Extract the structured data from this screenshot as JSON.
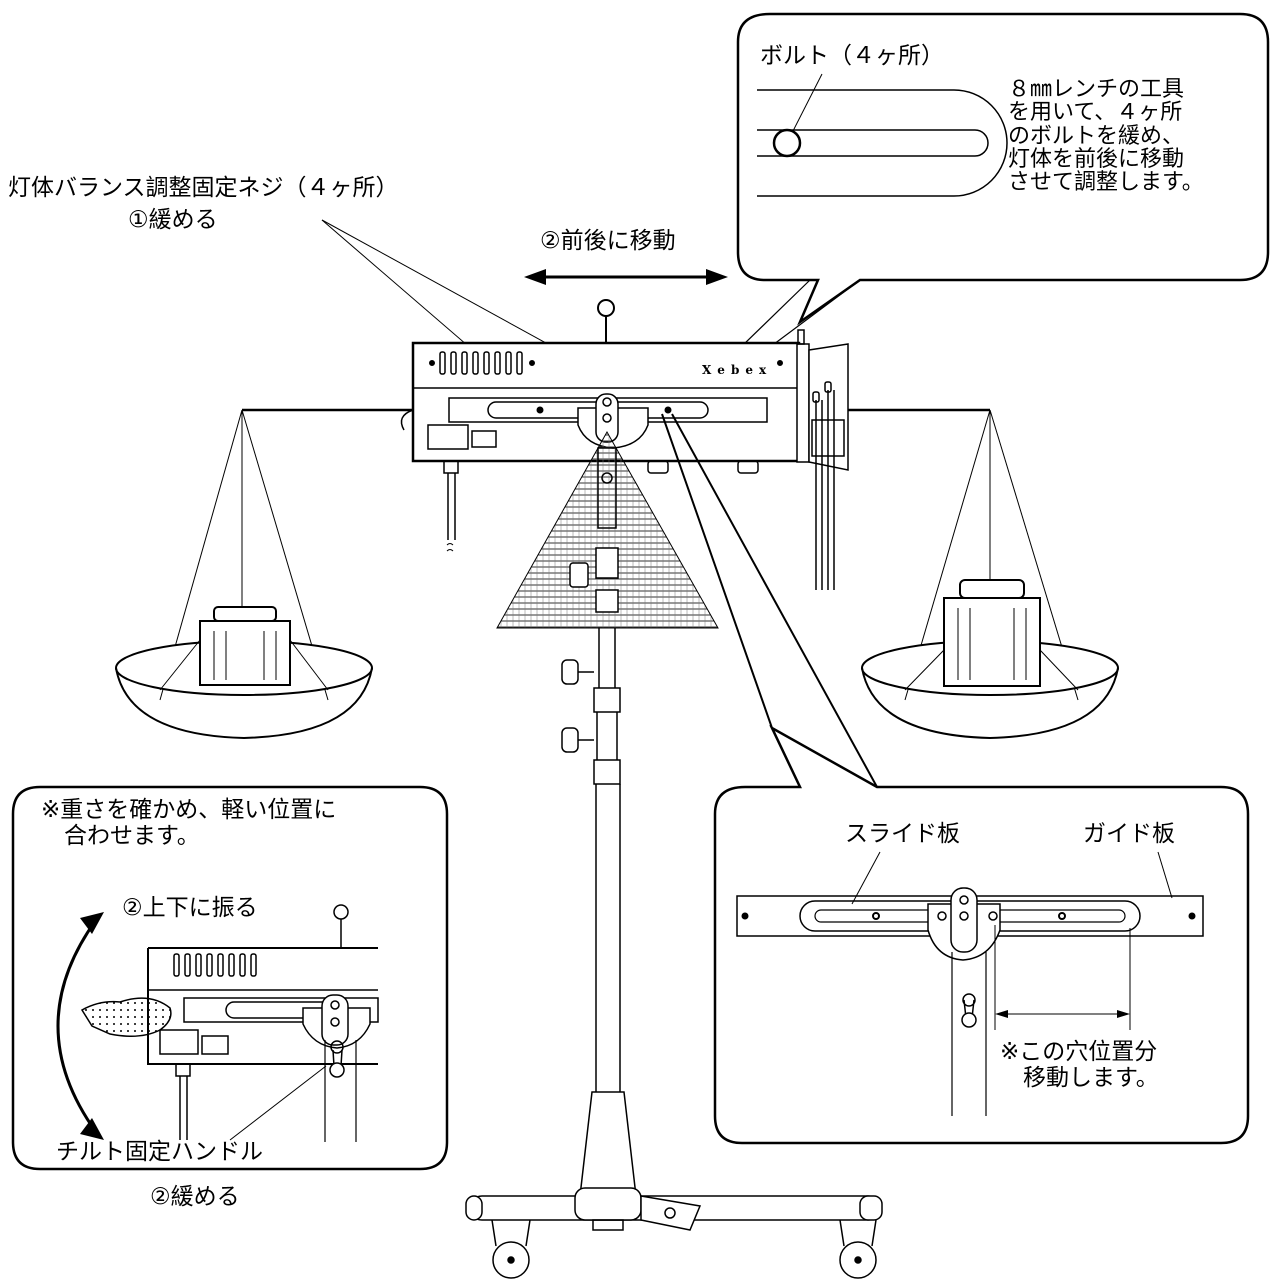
{
  "callout_bolt": {
    "title": "ボルト（４ヶ所）",
    "instruction": "８㎜レンチの工具\nを用いて、４ヶ所\nのボルトを緩め、\n灯体を前後に移動\nさせて調整します。"
  },
  "balance_screw": {
    "label": "灯体バランス調整固定ネジ（４ヶ所）",
    "step": "①緩める"
  },
  "move_step": "②前後に移動",
  "brand": "Xebex",
  "callout_tilt": {
    "note": "※重さを確かめ、軽い位置に\n　合わせます。",
    "swing_step": "②上下に振る",
    "handle_label": "チルト固定ハンドル",
    "handle_step": "②緩める"
  },
  "callout_slide": {
    "slide_label": "スライド板",
    "guide_label": "ガイド板",
    "note": "※この穴位置分\n　移動します。"
  },
  "colors": {
    "line": "#000000",
    "background": "#ffffff",
    "hatch": "#444444"
  }
}
